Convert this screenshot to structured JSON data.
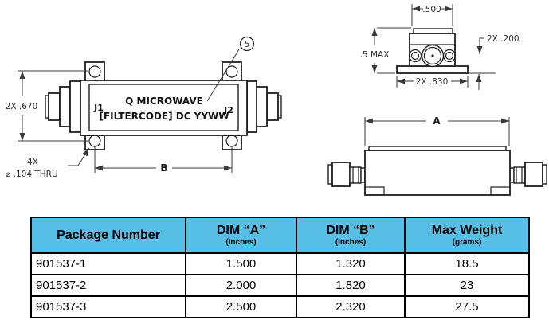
{
  "drawing": {
    "front_view": {
      "balloon": "5",
      "label_j1": "J1",
      "label_j2": "J2",
      "brand_line1": "Q MICROWAVE",
      "brand_line2": "[FILTERCODE] DC YYWW",
      "dim_height": "2X .670",
      "hole_note_line1": "4X",
      "hole_note_line2": "⌀ .104 THRU",
      "dim_b": "B"
    },
    "end_view": {
      "dim_width_top": ".500",
      "dim_height_left": ".5 MAX",
      "dim_flange": "2X .200",
      "dim_width_bottom": "2X .830"
    },
    "side_view": {
      "dim_a": "A"
    }
  },
  "table": {
    "headers": {
      "package": {
        "main": "Package Number",
        "sub": ""
      },
      "dim_a": {
        "main": "DIM “A”",
        "sub": "(Inches)"
      },
      "dim_b": {
        "main": "DIM “B”",
        "sub": "(Inches)"
      },
      "weight": {
        "main": "Max Weight",
        "sub": "(grams)"
      }
    },
    "rows": [
      {
        "package": "901537-1",
        "dim_a": "1.500",
        "dim_b": "1.320",
        "weight": "18.5"
      },
      {
        "package": "901537-2",
        "dim_a": "2.000",
        "dim_b": "1.820",
        "weight": "23"
      },
      {
        "package": "901537-3",
        "dim_a": "2.500",
        "dim_b": "2.320",
        "weight": "27.5"
      }
    ]
  },
  "colors": {
    "table_header_bg": "#57bee6",
    "line_color": "#1f1f1f"
  }
}
